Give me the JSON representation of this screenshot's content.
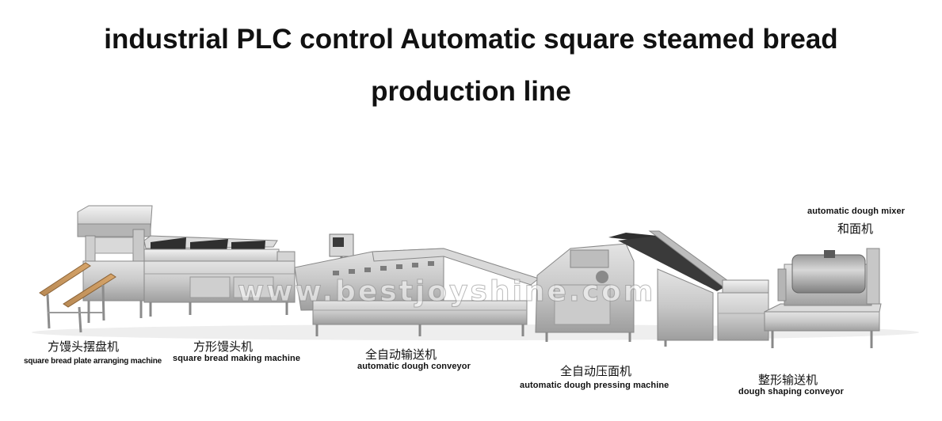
{
  "title": {
    "line1": "industrial PLC control Automatic square steamed bread",
    "line2": "production line"
  },
  "machines": [
    {
      "zh": "方馒头摆盘机",
      "en": "square bread plate arranging machine"
    },
    {
      "zh": "方形馒头机",
      "en": "square bread making machine"
    },
    {
      "zh": "全自动输送机",
      "en": "automatic dough conveyor"
    },
    {
      "zh": "全自动压面机",
      "en": "automatic dough pressing machine"
    },
    {
      "zh": "整形输送机",
      "en": "dough shaping conveyor"
    },
    {
      "zh": "和面机",
      "en": "automatic dough mixer"
    }
  ],
  "watermark": "www.bestjoyshine.com"
}
